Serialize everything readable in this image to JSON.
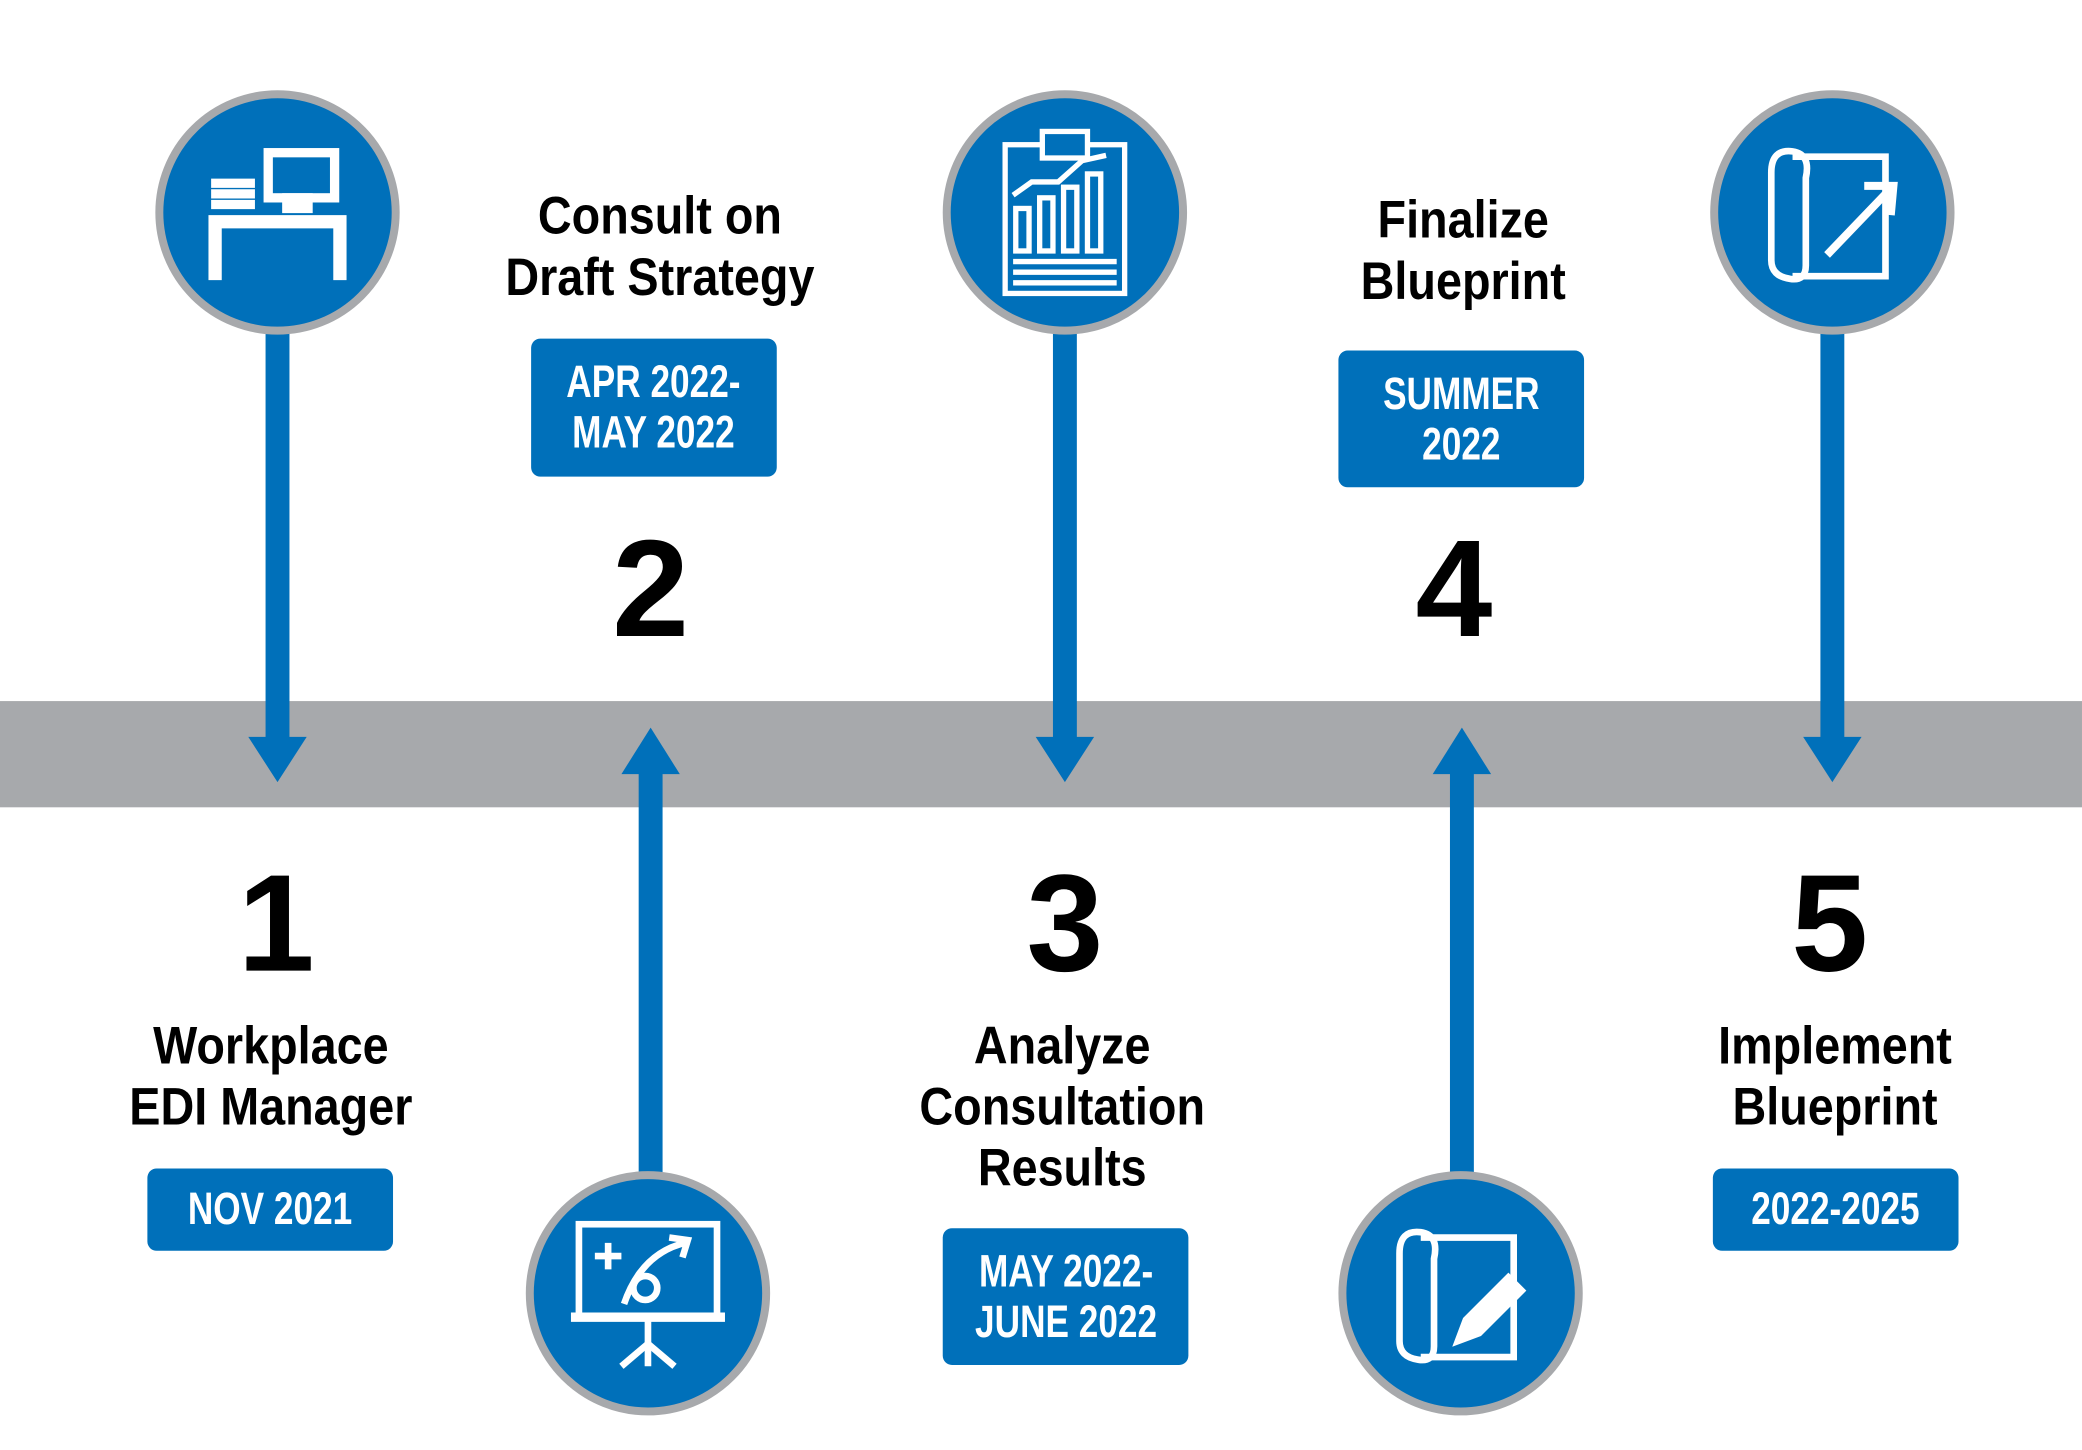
{
  "colors": {
    "blue": "#0070ba",
    "gray": "#a7a9ac",
    "ring": "#a7a9ac"
  },
  "steps": [
    {
      "number": "1",
      "title": "Workplace\nEDI Manager",
      "date": "NOV 2021",
      "icon": "desk-computer-icon"
    },
    {
      "number": "2",
      "title": "Consult on\nDraft Strategy",
      "date": "APR 2022-\nMAY 2022",
      "icon": "presentation-board-icon"
    },
    {
      "number": "3",
      "title": "Analyze\nConsultation\nResults",
      "date": "MAY 2022-\nJUNE 2022",
      "icon": "clipboard-chart-icon"
    },
    {
      "number": "4",
      "title": "Finalize\nBlueprint",
      "date": "SUMMER\n2022",
      "icon": "blueprint-edit-icon"
    },
    {
      "number": "5",
      "title": "Implement\nBlueprint",
      "date": "2022-2025",
      "icon": "blueprint-arrow-icon"
    }
  ]
}
